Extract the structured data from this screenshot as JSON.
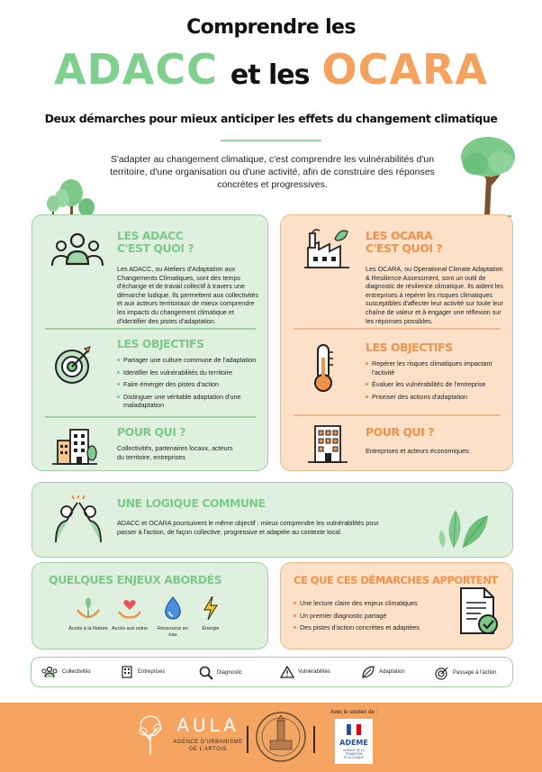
{
  "header": {
    "title_line1": "Comprendre les",
    "adacc": "ADACC",
    "et_les": "et les",
    "ocara": "OCARA",
    "subtitle": "Deux démarches pour mieux anticiper les effets du changement climatique",
    "intro": "S'adapter au changement climatique, c'est comprendre les vulnérabilités d'un territoire, d'une organisation ou d'une activité, afin de construire des réponses concrètes et progressives."
  },
  "adacc": {
    "heading_line1": "LES ADACC",
    "heading_line2": "C'EST QUOI ?",
    "description": "Les ADACC, ou Ateliers d'Adaptation aux Changements Climatiques, sont des temps d'échange et de travail collectif à travers une démarche ludique. Ils permettent aux collectivités et aux acteurs territoriaux de mieux comprendre les impacts du changement climatique et d'identifier des pistes d'adaptation.",
    "objectifs_heading": "LES OBJECTIFS",
    "objectifs": [
      "Partager une culture commune de l'adaptation",
      "Identifier les vulnérabilités du territoire",
      "Faire émerger des pistes d'action",
      "Distinguer une véritable adaptation d'une maladaptation"
    ],
    "pour_qui_heading": "POUR QUI ?",
    "pour_qui": "Collectivités, partenaires locaux, acteurs du territoire, entreprises"
  },
  "ocara": {
    "heading_line1": "LES OCARA",
    "heading_line2": "C'EST QUOI ?",
    "description": "Les OCARA, ou Operational Climate Adaptation & Resilience Assessment, sont un outil de diagnostic de résilience climatique. Ils aident les entreprises à repérer les risques climatiques susceptibles d'affecter leur activité sur toute leur chaîne de valeur et à engager une réflexion sur les réponses possibles.",
    "objectifs_heading": "LES OBJECTIFS",
    "objectifs": [
      "Repérer les risques climatiques impactant l'activité",
      "Évaluer les vulnérabilités de l'entreprise",
      "Prioriser des actions d'adaptation"
    ],
    "pour_qui_heading": "POUR QUI ?",
    "pour_qui": "Entreprises et acteurs économiques"
  },
  "logique": {
    "heading": "UNE LOGIQUE COMMUNE",
    "text": "ADACC et OCARA poursuivent le même objectif : mieux comprendre les vulnérabilités pour passer à l'action, de façon collective, progressive et adaptée au contexte local."
  },
  "enjeux": {
    "heading": "QUELQUES ENJEUX ABORDÉS",
    "items": [
      {
        "label": "Accès à la Nature",
        "icon": "nature-hands-icon",
        "color": "#7cc98a"
      },
      {
        "label": "Accès aux soins",
        "icon": "care-hands-icon",
        "color": "#e8525a"
      },
      {
        "label": "Ressource en eau",
        "icon": "water-drop-icon",
        "color": "#4a90d9"
      },
      {
        "label": "Énergie",
        "icon": "lightning-icon",
        "color": "#f5c518"
      }
    ]
  },
  "apports": {
    "heading": "CE QUE CES DÉMARCHES APPORTENT",
    "items": [
      "Une lecture claire des enjeux climatiques",
      "Un premier diagnostic partagé",
      "Des pistes d'action concrètes et adaptées"
    ]
  },
  "legend": {
    "items": [
      {
        "label": "Collectivités",
        "icon": "people-icon"
      },
      {
        "label": "Entreprises",
        "icon": "building-icon"
      },
      {
        "label": "Diagnostic",
        "icon": "magnifier-icon"
      },
      {
        "label": "Vulnérabilités",
        "icon": "warning-icon"
      },
      {
        "label": "Adaptation",
        "icon": "leaf-icon"
      },
      {
        "label": "Passage à l'action",
        "icon": "target-icon"
      }
    ]
  },
  "footer": {
    "aula": "AULA",
    "aula_sub1": "AGENCE D'URBANISME",
    "aula_sub2": "DE L'ARTOIS",
    "soutien": "Avec le soutien de :",
    "ademe": "ADEME",
    "ademe_sub": "AGENCE DE LA TRANSITION ÉCOLOGIQUE"
  },
  "colors": {
    "green": "#7cc98a",
    "orange": "#f0924a",
    "green_bg": "#dff0df",
    "orange_bg": "#fde0c8",
    "footer_bg": "#f5a461"
  }
}
